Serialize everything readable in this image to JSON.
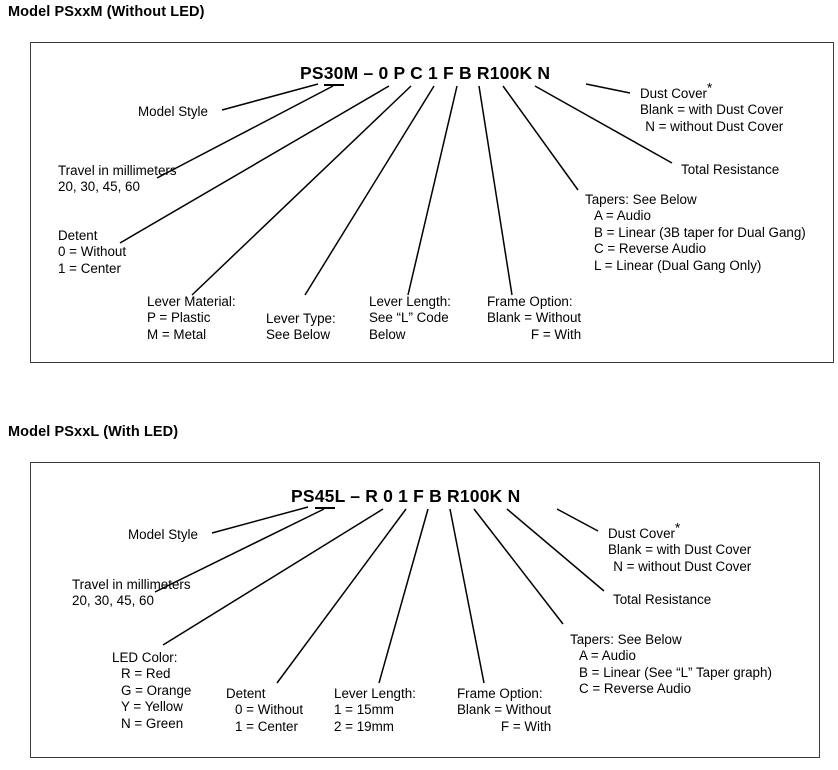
{
  "panels": [
    {
      "title": "Model PSxxM (Without LED)",
      "part_number": {
        "prefix": "PS",
        "underlined": "30",
        "suffix": "M",
        "dash": "–",
        "fields": [
          "0",
          "P",
          "C",
          "1",
          "F",
          "B",
          "R100K",
          "N"
        ],
        "full": "PS30M – 0 P C 1 F B R100K N"
      },
      "callouts": {
        "model_style": "Model Style",
        "travel_title": "Travel in millimeters",
        "travel_values": "20, 30, 45, 60",
        "detent_title": "Detent",
        "detent_0": "0 = Without",
        "detent_1": "1 = Center",
        "lever_material_title": "Lever Material:",
        "lever_material_p": "P = Plastic",
        "lever_material_m": "M = Metal",
        "lever_type_title": "Lever Type:",
        "lever_type_value": "See Below",
        "lever_length_title": "Lever Length:",
        "lever_length_l1": "See “L” Code",
        "lever_length_l2": "Below",
        "frame_option_title": "Frame Option:",
        "frame_blank": "Blank = Without",
        "frame_f": "F = With",
        "dust_cover_title": "Dust Cover",
        "dust_cover_star": "*",
        "dust_cover_blank": "Blank = with Dust Cover",
        "dust_cover_n": "N = without Dust Cover",
        "total_resistance": "Total Resistance",
        "tapers_title": "Tapers: See Below",
        "taper_a": "A = Audio",
        "taper_b": "B = Linear (3B taper for Dual Gang)",
        "taper_c": "C = Reverse Audio",
        "taper_l": "L = Linear (Dual Gang Only)"
      }
    },
    {
      "title": "Model PSxxL (With LED)",
      "part_number": {
        "prefix": "PS",
        "underlined": "45",
        "suffix": "L",
        "dash": "–",
        "fields": [
          "R",
          "0",
          "1",
          "F",
          "B",
          "R100K",
          "N"
        ],
        "full": "PS45L – R 0 1 F B R100K N"
      },
      "callouts": {
        "model_style": "Model Style",
        "travel_title": "Travel in millimeters",
        "travel_values": "20, 30, 45, 60",
        "led_color_title": "LED Color:",
        "led_r": "R = Red",
        "led_g": "G = Orange",
        "led_y": "Y = Yellow",
        "led_n": "N = Green",
        "detent_title": "Detent",
        "detent_0": "0 = Without",
        "detent_1": "1 = Center",
        "lever_length_title": "Lever Length:",
        "lever_length_1": "1 = 15mm",
        "lever_length_2": "2 = 19mm",
        "frame_option_title": "Frame Option:",
        "frame_blank": "Blank = Without",
        "frame_f": "F = With",
        "dust_cover_title": "Dust Cover",
        "dust_cover_star": "*",
        "dust_cover_blank": "Blank = with Dust Cover",
        "dust_cover_n": "N = without Dust Cover",
        "total_resistance": "Total Resistance",
        "tapers_title": "Tapers: See Below",
        "taper_a": "A = Audio",
        "taper_b": "B = Linear (See “L” Taper graph)",
        "taper_c": "C = Reverse Audio"
      }
    }
  ],
  "colors": {
    "text": "#000000",
    "border": "#3b3b3b",
    "leader": "#000000",
    "background": "#ffffff"
  }
}
